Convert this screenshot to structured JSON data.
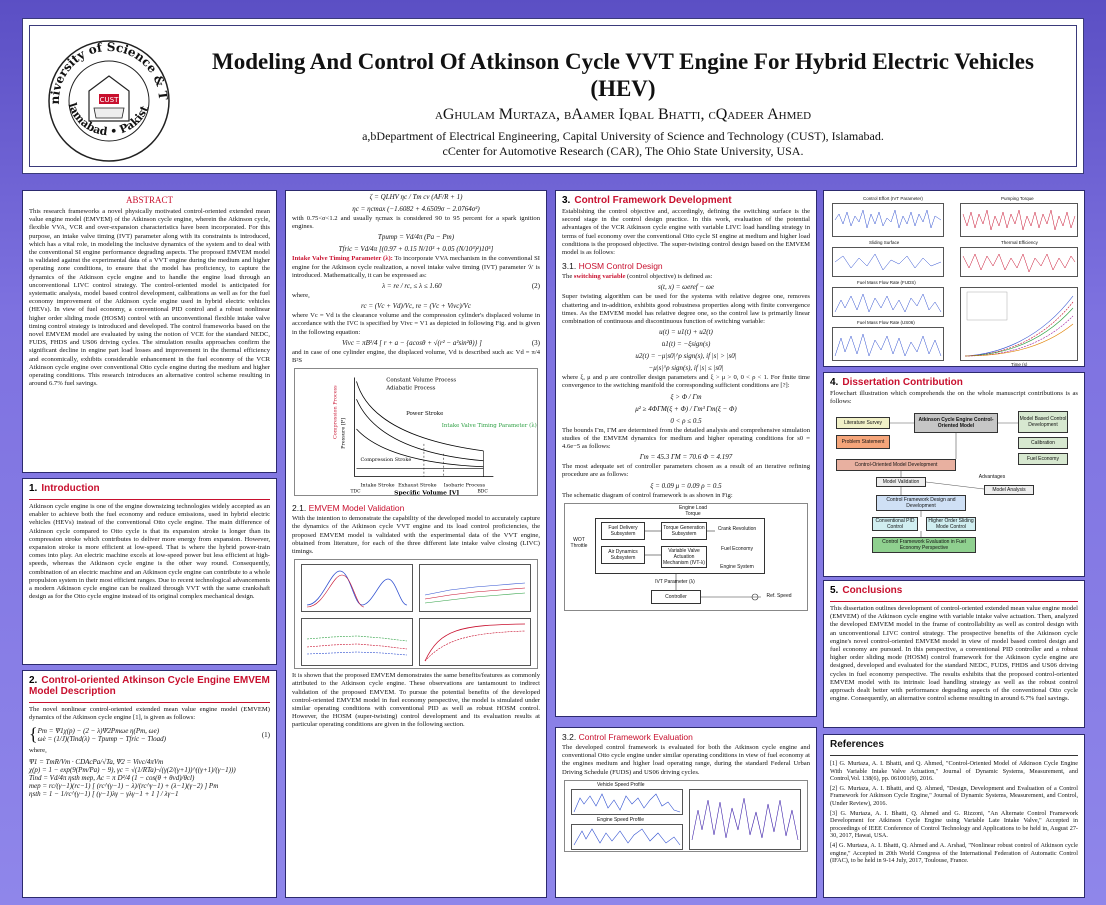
{
  "header": {
    "title": "Modeling And Control Of Atkinson Cycle VVT Engine For Hybrid Electric Vehicles (HEV)",
    "authors": "aGhulam Murtaza, bAamer Iqbal Bhatti, cQadeer Ahmed",
    "affiliation_1": "a,bDepartment of Electrical Engineering, Capital University of Science and Technology (CUST), Islamabad.",
    "affiliation_2": "cCenter for Automotive Research (CAR), The Ohio State University, USA.",
    "logo_text": "Capital University of Science & Technology Islamabad Pakistan CUST"
  },
  "abstract": {
    "title": "ABSTRACT",
    "text": "This research frameworks a novel physically motivated control-oriented extended mean value engine model (EMVEM) of the Atkinson cycle engine, wherein the Atkinson cycle, flexible VVA, VCR and over-expansion characteristics have been incorporated. For this purpose, an intake valve timing (IVT) parameter along with its constraints is introduced, which has a vital role, in modeling the inclusive dynamics of the system and to deal with the conventional SI engine performance degrading aspects. The proposed EMVEM model is validated against the experimental data of a VVT engine during the medium and higher operating zone conditions, to ensure that the model has proficiency, to capture the dynamics of the Atkinson cycle engine and to handle the engine load through an unconventional LIVC control strategy. The control-oriented model is anticipated for systematic analysis, model based control development, calibrations as well as for the fuel economy improvement of the Atkinson cycle engine used in hybrid electric vehicles (HEVs). In view of fuel economy, a conventional PID control and a robust nonlinear higher order sliding mode (HOSM) control with an unconventional flexible intake valve timing control strategy is introduced and developed. The control frameworks based on the novel EMVEM model are evaluated by using the notion of VCE for the standard NEDC, FUDS, FHDS and US06 driving cycles. The simulation results approaches confirm the significant decline in engine part load losses and improvement in the thermal efficiency and economically, exhibits considerable enhancement in the fuel economy of the VCR Atkinson cycle engine over conventional Otto cycle engine during the medium and higher operating conditions. This research introduces an alternative control scheme resulting in around 6.7% fuel savings."
  },
  "intro": {
    "num": "1.",
    "title": "Introduction",
    "text": "Atkinson cycle engine is one of the engine downsizing technologies widely accepted as an enabler to achieve both the fuel economy and reduce emissions, used in hybrid electric vehicles (HEVs) instead of the conventional Otto cycle engine. The main difference of Atkinson cycle compared to Otto cycle is that its expansion stroke is longer than its compression stroke which contributes to deliver more energy from expansion. However, expansion stroke is more efficient at low-speed. That is where the hybrid power-train comes into play. An electric machine excels at low-speed power but less efficient at high-speeds, whereas the Atkinson cycle engine is the other way round. Consequently, combination of an electric machine and an Atkinson cycle engine can contribute to a whole propulsion system in their most efficient ranges. Due to recent technological advancements a modern Atkinson cycle engine can be realized through VVT with the same crankshaft design as for the Otto cycle engine instead of its original complex mechanical design."
  },
  "section2": {
    "num": "2.",
    "title": "Control-oriented Atkinson Cycle Engine EMVEM Model Description",
    "text": "The novel nonlinear control-oriented extended mean value engine model (EMVEM) dynamics of the Atkinson cycle engine [1], is given as follows:",
    "eq1": "Pm = Ψ1χ(p) − (2 − λ)Ψ2Pmωe η(Pm, ωe)",
    "eq1b": "ω̇e = (1/J)(Tind(λ) − Tpump − Tfric − Tload)",
    "eq_num": "(1)",
    "where": "where,",
    "defs": [
      "Ψ1 = TmR/Vm · CDAcPa/√Ta,   Ψ2 = Vivc/4πVm",
      "χ(p) = 1 − exp(9(Pm/Pa) − 9),  γc = √(1/RTa)·√(γ(2/(γ+1))^((γ+1)/(γ−1)))",
      "Tind = Vd/4π ηsth mep,   Ac = π D²/4 (1 − cos(θ + θvd)/θcl)",
      "mep = rc/(γ−1)(rc−1) [ (rc^(γ−1) − λ)/(rc^γ−1) + (λ−1)(γ−2) ] Pm",
      "ηsth = 1 − 1/rc^(γ−1) [ (γ−1)λγ − γλγ−1 + 1 ] / λγ−1"
    ]
  },
  "col2": {
    "eq_top1": "ζ = QLHV ηc / Tm cv (AF/R + 1)",
    "eq_top2": "ηc = ηcmax (−1.6082 + 4.6509σ − 2.0764σ²)",
    "txt_top": "with 0.75<σ<1.2 and usually ηcmax is considered 90 to 95 percent for a spark ignition engines.",
    "eq_pump": "Tpump = Vd/4π (Pa − Pm)",
    "eq_fric": "Tfric = Vd/4π [(0.97 + 0.15 N/10³ + 0.05 (N/10³)²)10⁵]",
    "ivt_label": "Intake Valve Timing Parameter (λ):",
    "ivt_text": "To incorporate VVA mechanism in the conventional SI engine for the Atkinson cycle realization, a novel intake valve timing (IVT) parameter 'λ' is introduced. Mathematically, it can be expressed as:",
    "eq_lambda": "λ = re / rc,   ≤ λ ≤ 1.60",
    "eq_lambda_num": "(2)",
    "where": "where,",
    "eq_r": "rc = (Vc + Vd)/Vc,   re = (Vc + Vivc)/Vc",
    "txt_mid": "where Vc = Vd is the clearance volume and the compression cylinder's displaced volume in accordance with the IVC is specified by Vivc = V1 as depicted in following Fig. and is given in the following equation:",
    "eq_vivc": "Vivc = πB²/4 [ r + a − {acosθ + √(r² − a²sin²θ)} ]",
    "eq_vivc_num": "(3)",
    "txt_after": "and in case of one cylinder engine, the displaced volume, Vd is described such as: Vd = π/4 B²S",
    "pv": {
      "title1": "Constant Volume Process",
      "title2": "Adiabatic Process",
      "power": "Power Stroke",
      "ivt": "Intake Valve Timing Parameter (λ)",
      "compression": "Compression Stroke",
      "intake": "Intake Stroke",
      "exhaust": "Exhaust Stroke",
      "isobaric": "Isobaric Process",
      "xlabel": "Specific Volume [V]",
      "ylabel": "Pressure [P]",
      "ylabel2": "Compression Process",
      "tdc": "TDC",
      "bdc": "BDC"
    },
    "sub21_num": "2.1.",
    "sub21_title": "EMVEM Model Validation",
    "sub21_text": "With the intention to demonstrate the capability of the developed model to accurately capture the dynamics of the Atkinson cycle VVT engine and its load control proficiencies, the proposed EMVEM model is validated with the experimental data of the VVT engine, obtained from literature, for each of the three different late intake valve closing (LIVC) timings.",
    "after_fig": "It is shown that the proposed EMVEM demonstrates the same benefits/features as commonly attributed to the Atkinson cycle engine. These observations are tantamount to indirect validation of the proposed EMVEM. To pursue the potential benefits of the developed control-oriented EMVEM model in fuel economy perspective, the model is simulated under similar operating conditions with conventional PID as well as robust HOSM control. However, the HOSM (super-twisting) control development and its evaluation results at particular operating conditions are given in the following section."
  },
  "section3": {
    "num": "3.",
    "title": "Control Framework Development",
    "text": "Establishing the control objective and, accordingly, defining the switching surface is the second stage in the control design practice. In this work, evaluation of the potential advantages of the VCR Atkinson cycle engine with variable LIVC load handling strategy in terms of fuel economy over the conventional Otto cycle SI engine at medium and higher load conditions is the proposed objective. The super-twisting control design based on the EMVEM model is as follows:",
    "sub31_num": "3.1.",
    "sub31_title": "HOSM Control Design",
    "sw_lead": "The",
    "sw_red": "switching variable",
    "sw_rest": "(control objective) is defined as:",
    "eq_s": "s(t, x) = ωeref − ωe",
    "st_text": "Super twisting algorithm can be used for the systems with relative degree one, removes chattering and in-addition, exhibits good robustness properties along with finite convergence times. As the EMVEM model has relative degree one, so the control law is primarily linear combination of continuous and discontinuous function of switching variable:",
    "eq_u": "u(t) = u1(t) + u2(t)",
    "eq_u1": "u̇1(t) = −ξsign(s)",
    "eq_u2a": "u2(t) = −μ|s0|^ρ sign(s),  if |s| > |s0|",
    "eq_u2b": "−μ|s|^ρ sign(s),  if |s| ≤ |s0|",
    "params_text": "where ξ, μ and ρ are controller design parameters and ξ > μ > 0, 0 < ρ < 1. For finite time convergence to the switching manifold the corresponding sufficient conditions are [?]:",
    "eq_xi": "ξ > Φ / Γm",
    "eq_mu": "μ² ≥ 4ΦΓM(ξ + Φ) / Γm³ Γm(ξ − Φ)",
    "eq_rho": "0 < ρ ≤ 0.5",
    "bounds_text": "The bounds Γm, ΓM are determined from the detailed analysis and comprehensive simulation studies of the EMVEM dynamics for medium and higher operating conditions for s0 = 4.6e−5 as follows:",
    "eq_bounds": "Γm = 45.3   ΓM = 70.6   Φ = 4.197",
    "set_text": "The most adequate set of controller parameters chosen as a result of an iterative refining procedure are as follows:",
    "eq_set": "ξ = 0.09   μ = 0.09   ρ = 0.5",
    "schem_text": "The schematic diagram of control framework is as shown in Fig:",
    "schematic": {
      "top": "Engine Load Torque",
      "fuel": "Fuel Delivery Subsystem",
      "air": "Air Dynamics Subsystem",
      "torque": "Torque Generation Subsystem",
      "crank": "Crank Revolution",
      "vva": "Variable Valve Actuation Mechanism (IVT-λ)",
      "fuelcons": "Fuel Economy",
      "engine": "Engine System",
      "throttle": "WOT Throttle",
      "ivt": "IVT Parameter (λ)",
      "controller": "Controller",
      "ref": "Ref. Speed"
    },
    "sub32_num": "3.2.",
    "sub32_title": "Control Framework Evaluation",
    "sub32_text": "The developed control framework is evaluated for both the Atkinson cycle engine and conventional Otto cycle engine under similar operating conditions in view of fuel economy at the engines medium and higher load operating range, during the standard Federal Urban Driving Schedule (FUDS) and US06 driving cycles.",
    "ev_plot1": "Vehicle Speed Profile",
    "ev_plot2": "Engine Speed Profile"
  },
  "col4": {
    "plots_left": [
      "Control Effort (IVT Parameter)",
      "Sliding Surface",
      "Fuel Mass Flow Rate (FUDS)",
      "Fuel Mass Flow Rate (US06)"
    ],
    "plots_right": [
      "Pumping Torque",
      "Thermal Efficiency"
    ],
    "xlabel": "Time (s)",
    "sec4_num": "4.",
    "sec4_title": "Dissertation Contribution",
    "sec4_text": "Flowchart illustration which comprehends the on the whole manuscript contributions is as follows:",
    "flow": {
      "main": "Atkinson Cycle Engine Control-Oriented Model",
      "lit": "Literature Survey",
      "problem": "Problem Statement",
      "model_based": "Model Based Control Development",
      "calibration": "Calibration",
      "fuel_economy": "Fuel Economy",
      "cod": "Control-Oriented Model Development",
      "advantages": "Advantages",
      "validation": "Model Validation",
      "analysis": "Model Analysis",
      "ctrl_design": "Control Framework Design and Development",
      "pid": "Conventional PID Control",
      "smc": "Higher Order Sliding Mode Control",
      "eval": "Control Framework Evaluation in Fuel Economy Perspective"
    },
    "sec5_num": "5.",
    "sec5_title": "Conclusions",
    "sec5_text": "This dissertation outlines development of control-oriented extended mean value engine model (EMVEM) of the Atkinson cycle engine with variable intake valve actuation. Then, analyzed the developed EMVEM model in the frame of controllability as well as control design with an unconventional LIVC control strategy. The prospective benefits of the Atkinson cycle engine's novel control-oriented EMVEM model in view of model based control design and fuel economy are pursued. In this perspective, a conventional PID controller and a robust higher order sliding mode (HOSM) control framework for the Atkinson cycle engine are designed, developed and evaluated for the standard NEDC, FUDS, FHDS and US06 driving cycles in fuel economy perspective. The results exhibits that the proposed control-oriented EMVEM model with its intrinsic load handling strategy as well as the robust control approach dealt better with performance degrading aspects of the conventional Otto cycle engine. Consequently, an alternative control scheme resulting in around 6.7% fuel savings.",
    "refs_title": "References",
    "refs": [
      "[1] G. Murtaza, A. I. Bhatti, and Q. Ahmed, \"Control-Oriented Model of Atkinson Cycle Engine With Variable Intake Valve Actuation,\" Journal of Dynamic Systems, Measurement, and Control,Vol. 138(6), pp. 061001(9), 2016.",
      "[2] G. Murtaza, A. I. Bhatti, and Q. Ahmed, \"Design, Development and Evaluation of a Control Framework for Atkinson Cycle Engine,\" Journal of Dynamic Systems, Measurement, and Control,(Under Review), 2016.",
      "[3] G. Murtaza, A. I. Bhatti, Q. Ahmed and G. Rizzoni, \"An Alternate Control Framework Development for Atkinson Cycle Engine using Variable Late Intake Valve,\" Accepted in proceedings of IEEE Conference of Control Technology and Applications to be held in, August 27-30, 2017, Hawai, USA.",
      "[4] G. Murtaza, A. I. Bhatti, Q. Ahmed and A. Arshad, \"Nonlinear robust control of Atkinson cycle engine,\" Accepted in 20th World Congress of the International Federation of Automatic Control (IFAC), to be held in 9-14 July, 2017, Toulouse, France."
    ]
  },
  "colors": {
    "accent": "#c8102e",
    "background": "#6f63d8",
    "frame": "#2c2a6e"
  }
}
